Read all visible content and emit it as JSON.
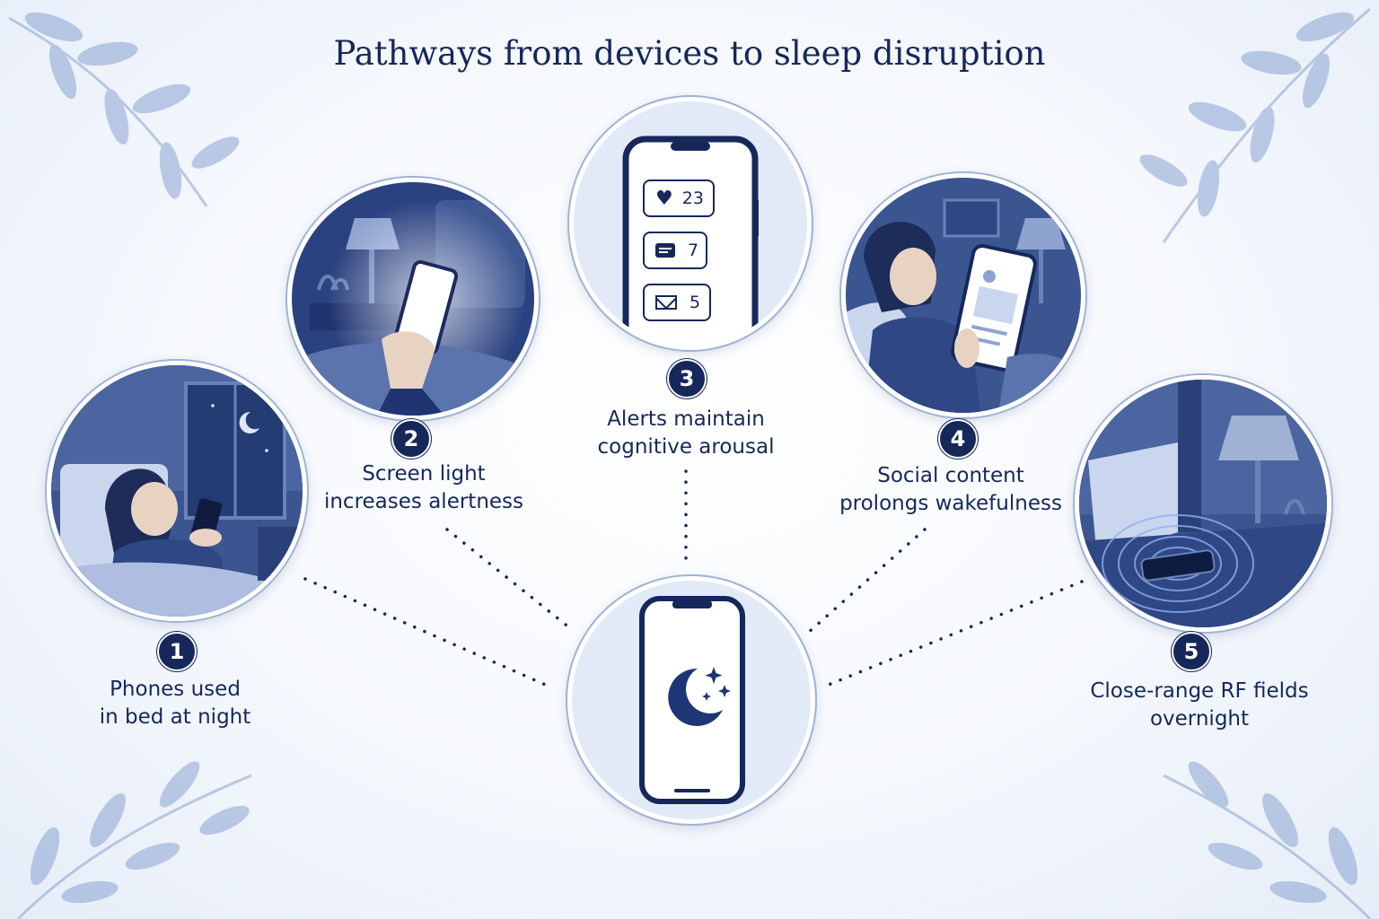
{
  "title": "Pathways from devices to sleep disruption",
  "colors": {
    "navy": "#16285a",
    "mid": "#3e5a98",
    "light": "#c9d6ee"
  },
  "center": {
    "icon": "crescent-moon-stars-icon"
  },
  "pathways": [
    {
      "number": "1",
      "line1": "Phones used",
      "line2": "in bed at night"
    },
    {
      "number": "2",
      "line1": "Screen light",
      "line2": "increases alertness"
    },
    {
      "number": "3",
      "line1": "Alerts maintain",
      "line2": "cognitive arousal",
      "notifications": [
        {
          "icon": "heart-icon",
          "count": "23"
        },
        {
          "icon": "chat-icon",
          "count": "7"
        },
        {
          "icon": "mail-icon",
          "count": "5"
        }
      ]
    },
    {
      "number": "4",
      "line1": "Social content",
      "line2": "prolongs wakefulness"
    },
    {
      "number": "5",
      "line1": "Close-range RF fields",
      "line2": "overnight"
    }
  ]
}
